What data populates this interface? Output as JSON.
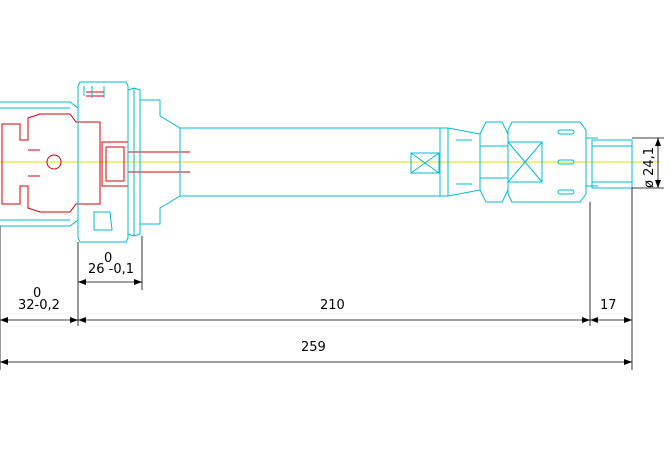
{
  "colors": {
    "outline": "#00bcd4",
    "clamp": "#d40000",
    "centerline": "#e0e000",
    "dimension": "#000000",
    "background": "#ffffff"
  },
  "dimensions": {
    "flange_width": {
      "tolerance_upper": "0",
      "value": "26 -0,1"
    },
    "clamp_length": {
      "tolerance_upper": "0",
      "value": "32-0,2"
    },
    "shank_length": "210",
    "tip_length": "17",
    "overall_length": "259",
    "tip_diameter": "ø 24,1"
  }
}
